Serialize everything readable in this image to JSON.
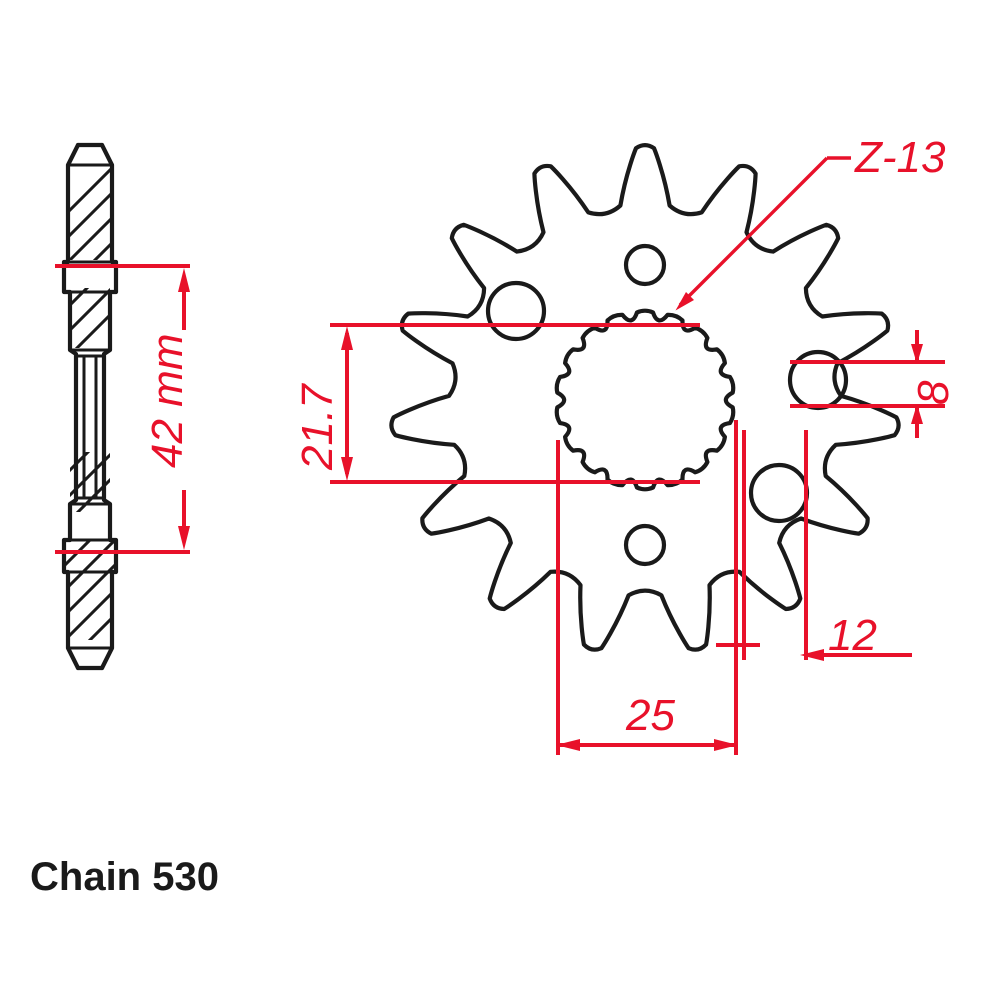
{
  "drawing": {
    "title": "Front sprocket engineering drawing",
    "caption": "Chain 530",
    "colors": {
      "dimension": "#e8112a",
      "outline": "#1a1a1a",
      "background": "#ffffff"
    },
    "views": {
      "side": {
        "name": "side-section-view",
        "label": "cross-section side view"
      },
      "front": {
        "name": "front-view",
        "label": "front face view"
      }
    },
    "annotations": [
      {
        "id": "teeth-count",
        "text": "Z-13",
        "type": "leader",
        "meaning": "tooth count"
      },
      {
        "id": "thickness",
        "text": "42 mm",
        "type": "linear-vertical",
        "value": 42,
        "unit": "mm"
      },
      {
        "id": "spline-od",
        "text": "21.7",
        "type": "linear-vertical",
        "value": 21.7,
        "unit": "mm"
      },
      {
        "id": "hole-dia",
        "text": "8",
        "type": "linear-vertical",
        "value": 8,
        "unit": "mm"
      },
      {
        "id": "offset-12",
        "text": "12",
        "type": "linear-horizontal",
        "value": 12,
        "unit": "mm"
      },
      {
        "id": "width-25",
        "text": "25",
        "type": "linear-horizontal",
        "value": 25,
        "unit": "mm"
      }
    ],
    "sprocket": {
      "outer_teeth": 15,
      "spline_teeth": 18,
      "bolt_holes_large": 3,
      "bolt_holes_small": 2
    }
  }
}
